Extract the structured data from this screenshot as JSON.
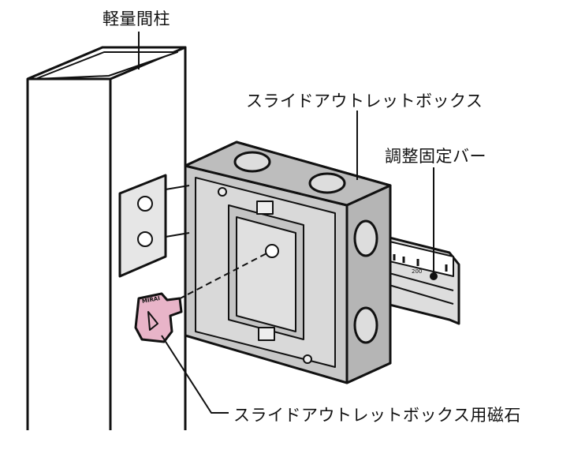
{
  "labels": {
    "stud": "軽量間柱",
    "outlet_box": "スライドアウトレットボックス",
    "adjust_bar": "調整固定バー",
    "magnet": "スライドアウトレットボックス用磁石"
  },
  "bar_scale_mark": "200",
  "magnet_logo": "MIRAI",
  "colors": {
    "box": "#c8c8c8",
    "box_face": "#d9d9d9",
    "magnet": "#e8b4c8",
    "line": "#111111"
  }
}
